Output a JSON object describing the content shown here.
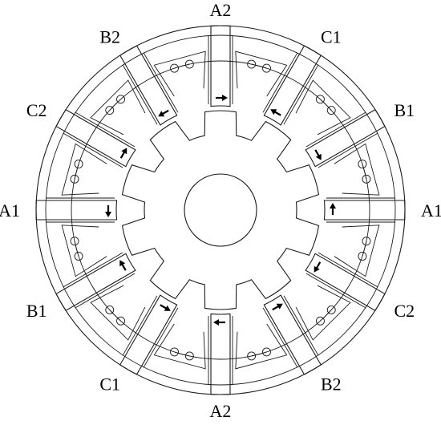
{
  "diagram": {
    "phase_labels": [
      "A2",
      "C1",
      "B1",
      "A1",
      "C2",
      "B2",
      "A2",
      "C1",
      "B1",
      "A1",
      "C2",
      "B2"
    ]
  }
}
